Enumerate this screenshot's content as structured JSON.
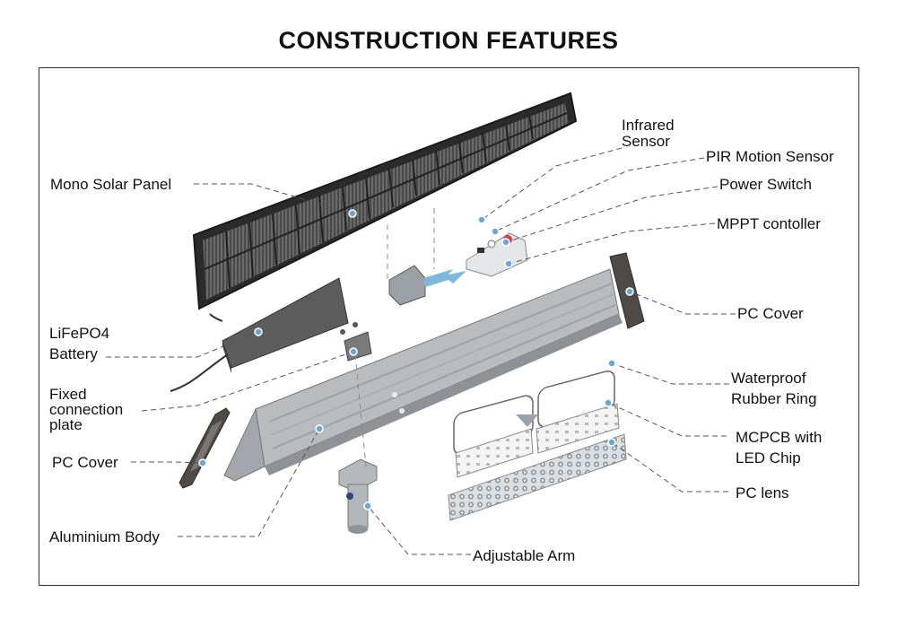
{
  "title": "CONSTRUCTION FEATURES",
  "labels": {
    "mono_solar_panel": "Mono Solar Panel",
    "infrared_sensor_line1": "Infrared",
    "infrared_sensor_line2": "Sensor",
    "pir_motion_sensor": "PIR Motion Sensor",
    "power_switch": "Power Switch",
    "mppt_controller": "MPPT contoller",
    "pc_cover_right": "PC Cover",
    "lifepo4_line1": "LiFePO4",
    "lifepo4_line2": "Battery",
    "fixed_plate_line1": "Fixed",
    "fixed_plate_line2": "connection",
    "fixed_plate_line3": "plate",
    "pc_cover_left": "PC Cover",
    "waterproof_line1": "Waterproof",
    "waterproof_line2": "Rubber Ring",
    "mcpcb_line1": "MCPCB with",
    "mcpcb_line2": "LED Chip",
    "pc_lens": "PC lens",
    "aluminium_body": "Aluminium Body",
    "adjustable_arm": "Adjustable Arm"
  },
  "colors": {
    "panel_frame": "#2a2a2a",
    "panel_cell": "#5a5a5a",
    "aluminium": "#b9bcbf",
    "pc_cover": "#4e4a47",
    "leader_line": "#555555",
    "marker": "#6aa7d6",
    "arrow": "#7fb8dd"
  }
}
